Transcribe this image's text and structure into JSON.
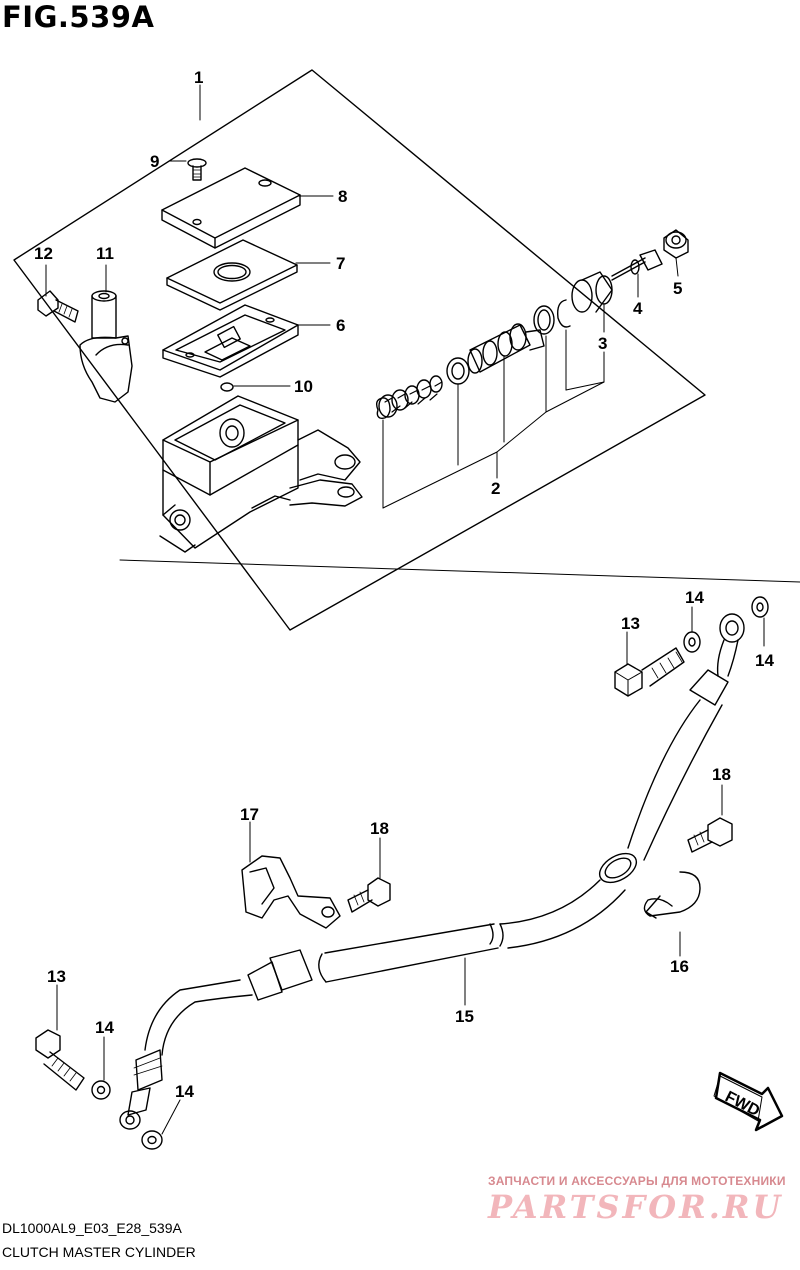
{
  "figure": {
    "title": "FIG.539A",
    "code": "DL1000AL9_E03_E28_539A",
    "name": "CLUTCH MASTER CYLINDER"
  },
  "callouts": [
    "1",
    "2",
    "3",
    "4",
    "5",
    "6",
    "7",
    "8",
    "9",
    "10",
    "11",
    "12",
    "13",
    "14",
    "14",
    "14",
    "13",
    "14",
    "14",
    "15",
    "16",
    "17",
    "18",
    "18"
  ],
  "fwd_label": "FWD",
  "watermark": {
    "tagline": "ЗАПЧАСТИ И АКСЕССУАРЫ ДЛЯ МОТОТЕХНИКИ",
    "logo": "PARTSFOR.RU"
  }
}
